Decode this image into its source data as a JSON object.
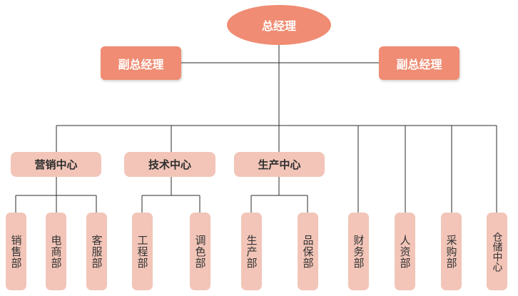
{
  "chart": {
    "ceo": "总经理",
    "vice_left": "副总经理",
    "vice_right": "副总经理",
    "centers": {
      "marketing": "营销中心",
      "tech": "技术中心",
      "production": "生产中心"
    },
    "departments": {
      "sales": "销售部",
      "ecommerce": "电商部",
      "customer_service": "客服部",
      "engineering": "工程部",
      "color": "调色部",
      "production": "生产部",
      "quality": "品保部",
      "finance": "财务部",
      "hr": "人资部",
      "purchasing": "采购部",
      "warehouse": "仓储中心"
    }
  },
  "colors": {
    "ceo_fill": "#ef8c73",
    "vp_fill": "#ef8c73",
    "unit_fill": "#f2c5b8",
    "connector": "#2b2b2b"
  }
}
